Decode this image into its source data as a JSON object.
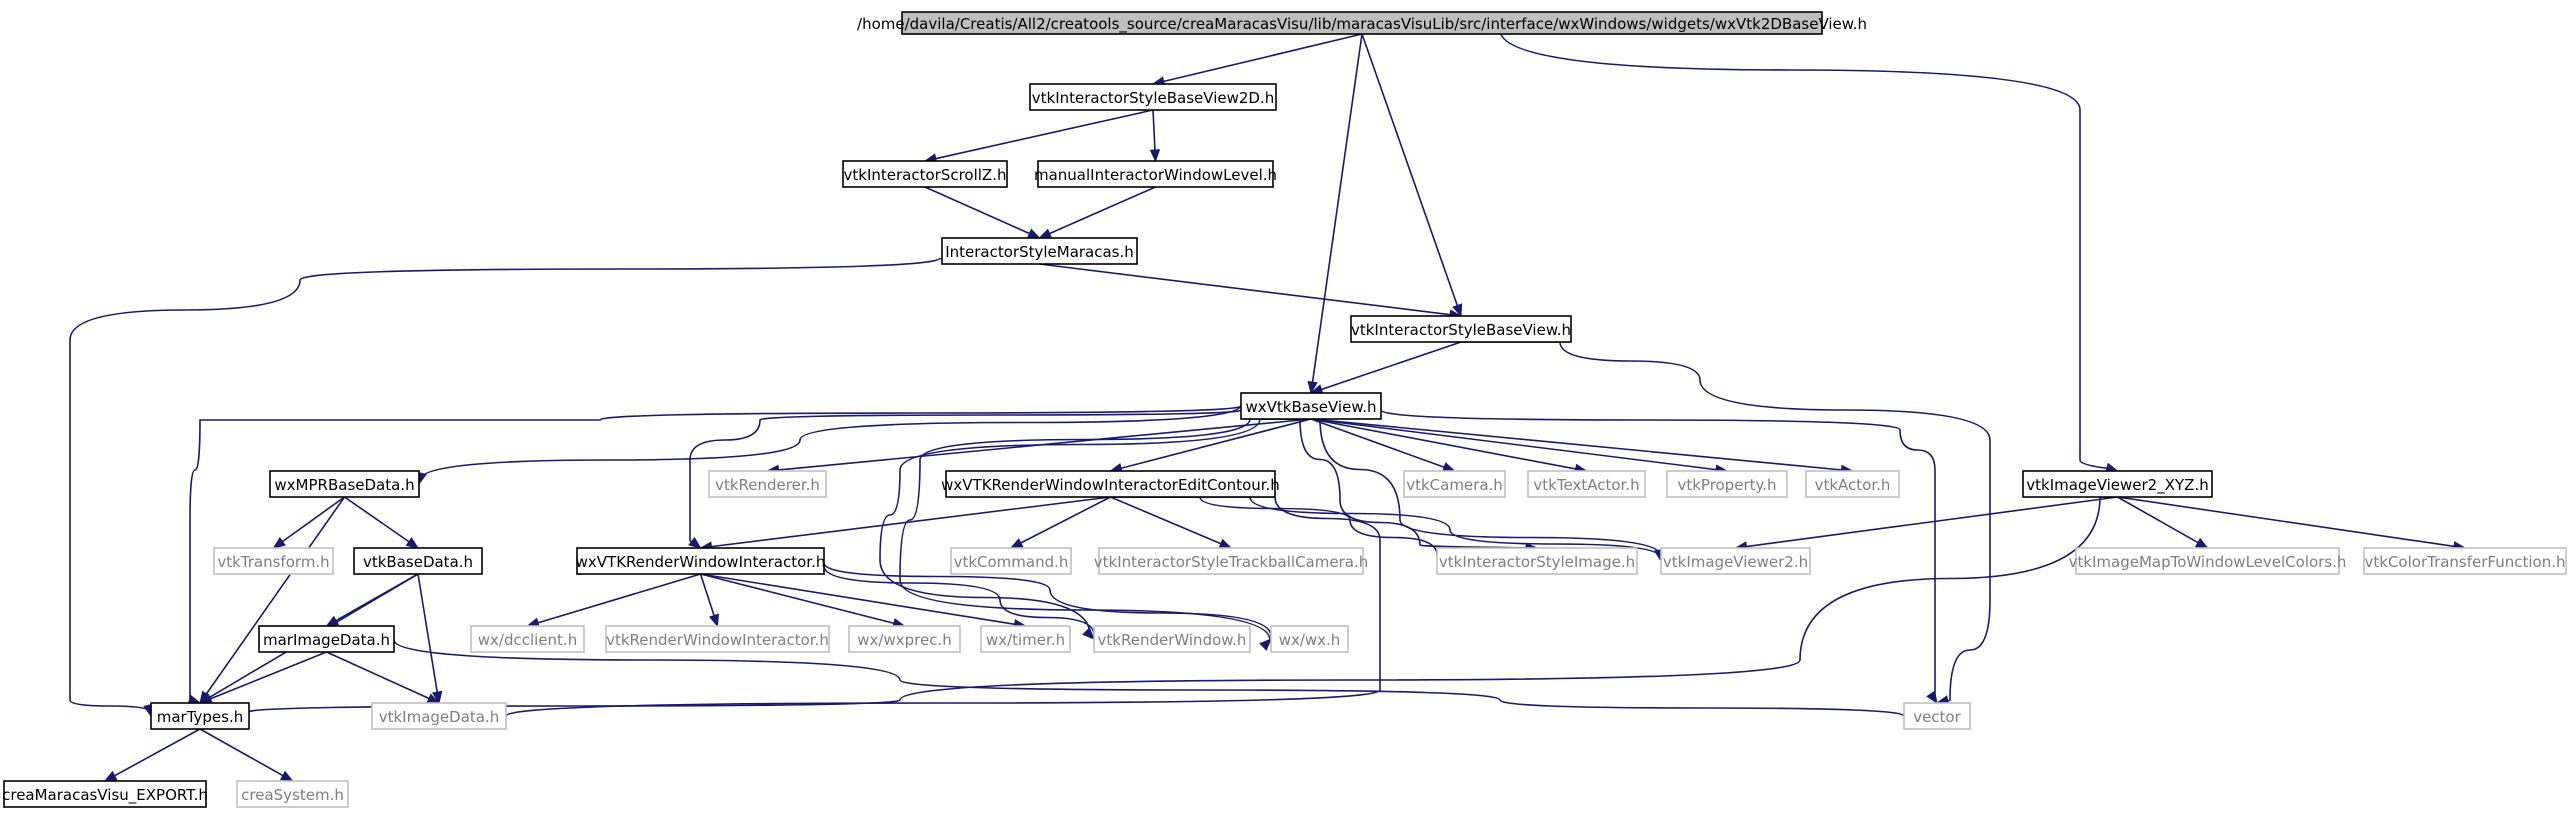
{
  "colors": {
    "edge": "#191970",
    "root_fill": "#bfbfbf",
    "external_border": "#bfbfbf",
    "external_text": "#7f7f7f"
  },
  "nodes": [
    {
      "id": "root",
      "label": "/home/davila/Creatis/All2/creatools_source/creaMaracasVisu/lib/maracasVisuLib/src/interface/wxWindows/widgets/wxVtk2DBaseView.h",
      "kind": "root"
    },
    {
      "id": "isbv2d",
      "label": "vtkInteractorStyleBaseView2D.h",
      "kind": "primary"
    },
    {
      "id": "scrollz",
      "label": "vtkInteractorScrollZ.h",
      "kind": "primary"
    },
    {
      "id": "manwl",
      "label": "manualInteractorWindowLevel.h",
      "kind": "primary"
    },
    {
      "id": "ismaracas",
      "label": "InteractorStyleMaracas.h",
      "kind": "primary"
    },
    {
      "id": "isbv",
      "label": "vtkInteractorStyleBaseView.h",
      "kind": "primary"
    },
    {
      "id": "wxvbv",
      "label": "wxVtkBaseView.h",
      "kind": "primary"
    },
    {
      "id": "iv2xyz",
      "label": "vtkImageViewer2_XYZ.h",
      "kind": "primary"
    },
    {
      "id": "mprbd",
      "label": "wxMPRBaseData.h",
      "kind": "primary"
    },
    {
      "id": "renderer",
      "label": "vtkRenderer.h",
      "kind": "external"
    },
    {
      "id": "rwiec",
      "label": "wxVTKRenderWindowInteractorEditContour.h",
      "kind": "primary"
    },
    {
      "id": "camera",
      "label": "vtkCamera.h",
      "kind": "external"
    },
    {
      "id": "textactor",
      "label": "vtkTextActor.h",
      "kind": "external"
    },
    {
      "id": "property",
      "label": "vtkProperty.h",
      "kind": "external"
    },
    {
      "id": "actor",
      "label": "vtkActor.h",
      "kind": "external"
    },
    {
      "id": "transform",
      "label": "vtkTransform.h",
      "kind": "external"
    },
    {
      "id": "basedata",
      "label": "vtkBaseData.h",
      "kind": "primary"
    },
    {
      "id": "rwi",
      "label": "wxVTKRenderWindowInteractor.h",
      "kind": "primary"
    },
    {
      "id": "command",
      "label": "vtkCommand.h",
      "kind": "external"
    },
    {
      "id": "istc",
      "label": "vtkInteractorStyleTrackballCamera.h",
      "kind": "external"
    },
    {
      "id": "isimage",
      "label": "vtkInteractorStyleImage.h",
      "kind": "external"
    },
    {
      "id": "iv2",
      "label": "vtkImageViewer2.h",
      "kind": "external"
    },
    {
      "id": "imwlc",
      "label": "vtkImageMapToWindowLevelColors.h",
      "kind": "external"
    },
    {
      "id": "ctf",
      "label": "vtkColorTransferFunction.h",
      "kind": "external"
    },
    {
      "id": "marimage",
      "label": "marImageData.h",
      "kind": "primary"
    },
    {
      "id": "dcclient",
      "label": "wx/dcclient.h",
      "kind": "external"
    },
    {
      "id": "vrwi",
      "label": "vtkRenderWindowInteractor.h",
      "kind": "external"
    },
    {
      "id": "wxprec",
      "label": "wx/wxprec.h",
      "kind": "external"
    },
    {
      "id": "timer",
      "label": "wx/timer.h",
      "kind": "external"
    },
    {
      "id": "renderwin",
      "label": "vtkRenderWindow.h",
      "kind": "external"
    },
    {
      "id": "wxh",
      "label": "wx/wx.h",
      "kind": "external"
    },
    {
      "id": "martypes",
      "label": "marTypes.h",
      "kind": "primary"
    },
    {
      "id": "imagedata",
      "label": "vtkImageData.h",
      "kind": "external"
    },
    {
      "id": "vector",
      "label": "vector",
      "kind": "external"
    },
    {
      "id": "export",
      "label": "creaMaracasVisu_EXPORT.h",
      "kind": "primary"
    },
    {
      "id": "creasys",
      "label": "creaSystem.h",
      "kind": "external"
    }
  ],
  "edges": [
    [
      "root",
      "isbv2d"
    ],
    [
      "root",
      "wxvbv"
    ],
    [
      "root",
      "isbv"
    ],
    [
      "root",
      "iv2xyz"
    ],
    [
      "isbv2d",
      "scrollz"
    ],
    [
      "isbv2d",
      "manwl"
    ],
    [
      "scrollz",
      "ismaracas"
    ],
    [
      "manwl",
      "ismaracas"
    ],
    [
      "ismaracas",
      "isbv"
    ],
    [
      "ismaracas",
      "martypes"
    ],
    [
      "isbv",
      "wxvbv"
    ],
    [
      "isbv",
      "vector"
    ],
    [
      "wxvbv",
      "mprbd"
    ],
    [
      "wxvbv",
      "renderer"
    ],
    [
      "wxvbv",
      "rwiec"
    ],
    [
      "wxvbv",
      "camera"
    ],
    [
      "wxvbv",
      "textactor"
    ],
    [
      "wxvbv",
      "property"
    ],
    [
      "wxvbv",
      "actor"
    ],
    [
      "wxvbv",
      "rwi"
    ],
    [
      "wxvbv",
      "isimage"
    ],
    [
      "wxvbv",
      "iv2"
    ],
    [
      "wxvbv",
      "renderwin"
    ],
    [
      "wxvbv",
      "wxh"
    ],
    [
      "wxvbv",
      "martypes"
    ],
    [
      "wxvbv",
      "vector"
    ],
    [
      "mprbd",
      "transform"
    ],
    [
      "mprbd",
      "basedata"
    ],
    [
      "mprbd",
      "martypes"
    ],
    [
      "basedata",
      "marimage"
    ],
    [
      "basedata",
      "martypes"
    ],
    [
      "basedata",
      "imagedata"
    ],
    [
      "marimage",
      "martypes"
    ],
    [
      "marimage",
      "imagedata"
    ],
    [
      "marimage",
      "vector"
    ],
    [
      "rwiec",
      "rwi"
    ],
    [
      "rwiec",
      "command"
    ],
    [
      "rwiec",
      "istc"
    ],
    [
      "rwiec",
      "isimage"
    ],
    [
      "rwiec",
      "iv2"
    ],
    [
      "rwiec",
      "imagedata"
    ],
    [
      "rwi",
      "dcclient"
    ],
    [
      "rwi",
      "vrwi"
    ],
    [
      "rwi",
      "wxprec"
    ],
    [
      "rwi",
      "timer"
    ],
    [
      "rwi",
      "renderwin"
    ],
    [
      "rwi",
      "wxh"
    ],
    [
      "iv2xyz",
      "iv2"
    ],
    [
      "iv2xyz",
      "imwlc"
    ],
    [
      "iv2xyz",
      "ctf"
    ],
    [
      "iv2xyz",
      "martypes"
    ],
    [
      "martypes",
      "export"
    ],
    [
      "martypes",
      "creasys"
    ]
  ]
}
